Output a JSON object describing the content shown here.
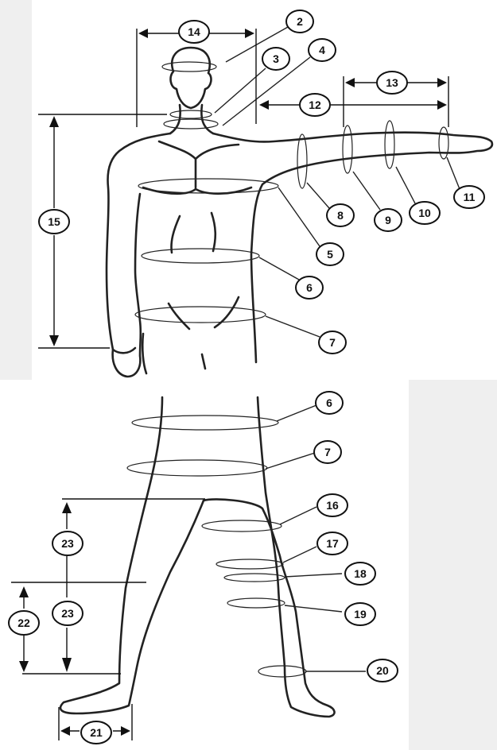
{
  "labels": {
    "head": "2",
    "neck_upper": "3",
    "neck_base": "4",
    "chest": "5",
    "waist_top": "6",
    "hips_top": "7",
    "upper_arm": "8",
    "elbow": "9",
    "forearm": "10",
    "wrist": "11",
    "arm_length": "12",
    "forearm_length": "13",
    "shoulder_width": "14",
    "torso_length": "15",
    "waist_bottom": "6",
    "hips_bottom": "7",
    "thigh": "16",
    "above_knee": "17",
    "knee": "18",
    "below_knee": "19",
    "ankle": "20",
    "foot_width": "21",
    "floor_to_knee": "22",
    "inseam_upper": "23",
    "inseam_lower": "23"
  },
  "colors": {
    "outline": "#222222",
    "background": "#ffffff",
    "margin": "#efefef"
  }
}
